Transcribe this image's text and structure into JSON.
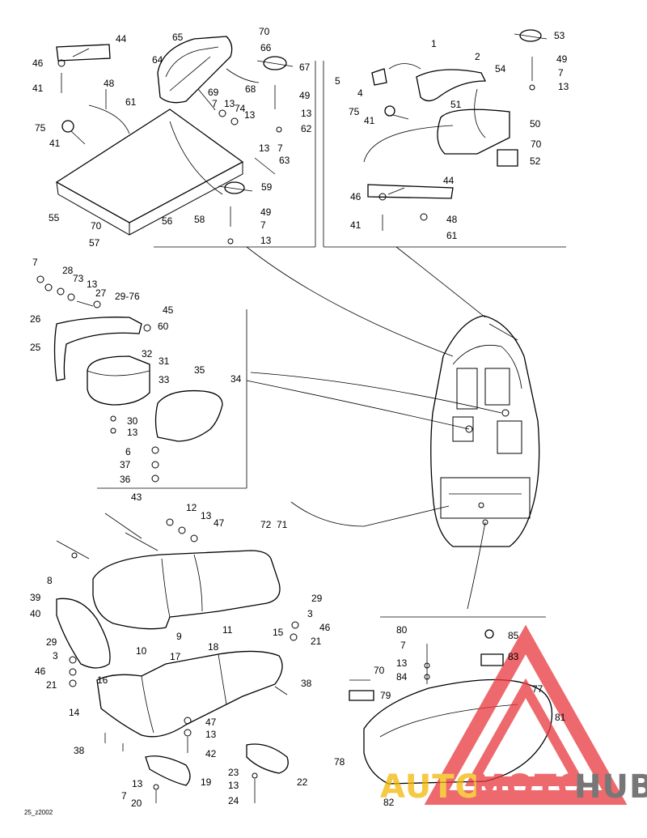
{
  "diagram": {
    "doc_code": "25_z2002",
    "parts": [
      {
        "num": "44"
      },
      {
        "num": "46"
      },
      {
        "num": "41"
      },
      {
        "num": "48"
      },
      {
        "num": "61"
      },
      {
        "num": "65"
      },
      {
        "num": "64"
      },
      {
        "num": "70"
      },
      {
        "num": "66"
      },
      {
        "num": "67"
      },
      {
        "num": "68"
      },
      {
        "num": "49"
      },
      {
        "num": "69"
      },
      {
        "num": "7"
      },
      {
        "num": "13"
      },
      {
        "num": "74"
      },
      {
        "num": "13"
      },
      {
        "num": "13"
      },
      {
        "num": "62"
      },
      {
        "num": "75"
      },
      {
        "num": "41"
      },
      {
        "num": "13"
      },
      {
        "num": "7"
      },
      {
        "num": "63"
      },
      {
        "num": "59"
      },
      {
        "num": "55"
      },
      {
        "num": "56"
      },
      {
        "num": "58"
      },
      {
        "num": "49"
      },
      {
        "num": "7"
      },
      {
        "num": "13"
      },
      {
        "num": "70"
      },
      {
        "num": "57"
      },
      {
        "num": "1"
      },
      {
        "num": "2"
      },
      {
        "num": "53"
      },
      {
        "num": "5"
      },
      {
        "num": "4"
      },
      {
        "num": "54"
      },
      {
        "num": "49"
      },
      {
        "num": "7"
      },
      {
        "num": "13"
      },
      {
        "num": "51"
      },
      {
        "num": "75"
      },
      {
        "num": "41"
      },
      {
        "num": "50"
      },
      {
        "num": "70"
      },
      {
        "num": "52"
      },
      {
        "num": "44"
      },
      {
        "num": "46"
      },
      {
        "num": "41"
      },
      {
        "num": "48"
      },
      {
        "num": "61"
      },
      {
        "num": "7"
      },
      {
        "num": "28"
      },
      {
        "num": "73"
      },
      {
        "num": "13"
      },
      {
        "num": "27"
      },
      {
        "num": "29-76"
      },
      {
        "num": "45"
      },
      {
        "num": "26"
      },
      {
        "num": "60"
      },
      {
        "num": "25"
      },
      {
        "num": "32"
      },
      {
        "num": "31"
      },
      {
        "num": "33"
      },
      {
        "num": "35"
      },
      {
        "num": "34"
      },
      {
        "num": "30"
      },
      {
        "num": "13"
      },
      {
        "num": "6"
      },
      {
        "num": "37"
      },
      {
        "num": "36"
      },
      {
        "num": "43"
      },
      {
        "num": "12"
      },
      {
        "num": "13"
      },
      {
        "num": "47"
      },
      {
        "num": "72"
      },
      {
        "num": "71"
      },
      {
        "num": "8"
      },
      {
        "num": "39"
      },
      {
        "num": "40"
      },
      {
        "num": "29"
      },
      {
        "num": "3"
      },
      {
        "num": "46"
      },
      {
        "num": "15"
      },
      {
        "num": "21"
      },
      {
        "num": "11"
      },
      {
        "num": "9"
      },
      {
        "num": "29"
      },
      {
        "num": "3"
      },
      {
        "num": "10"
      },
      {
        "num": "18"
      },
      {
        "num": "17"
      },
      {
        "num": "46"
      },
      {
        "num": "21"
      },
      {
        "num": "16"
      },
      {
        "num": "38"
      },
      {
        "num": "14"
      },
      {
        "num": "47"
      },
      {
        "num": "13"
      },
      {
        "num": "38"
      },
      {
        "num": "42"
      },
      {
        "num": "19"
      },
      {
        "num": "13"
      },
      {
        "num": "7"
      },
      {
        "num": "20"
      },
      {
        "num": "23"
      },
      {
        "num": "13"
      },
      {
        "num": "22"
      },
      {
        "num": "24"
      },
      {
        "num": "80"
      },
      {
        "num": "85"
      },
      {
        "num": "7"
      },
      {
        "num": "83"
      },
      {
        "num": "13"
      },
      {
        "num": "84"
      },
      {
        "num": "70"
      },
      {
        "num": "77"
      },
      {
        "num": "79"
      },
      {
        "num": "81"
      },
      {
        "num": "78"
      },
      {
        "num": "82"
      }
    ]
  },
  "watermark": {
    "text_auto": "AUTO",
    "text_moto": "MOTO",
    "text_hub": "HUB",
    "color_red": "#e8383d",
    "color_gold": "#f2b705",
    "color_gray": "#4a4a4a"
  }
}
